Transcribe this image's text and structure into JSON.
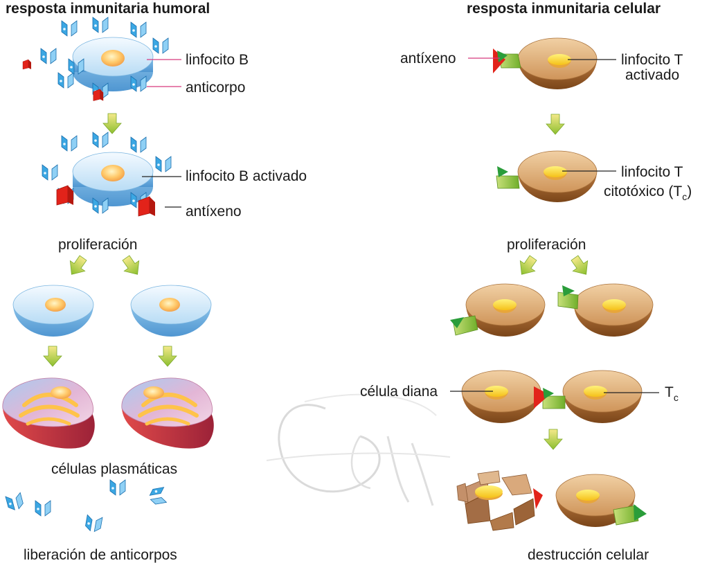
{
  "humoral": {
    "title": "resposta inmunitaria humoral",
    "label_b_cell": "linfocito B",
    "label_antibody": "anticorpo",
    "label_activated_b": "linfocito B activado",
    "label_antigen": "antíxeno",
    "label_proliferation": "proliferación",
    "label_plasma_cells": "células plasmáticas",
    "label_release": "liberación de anticorpos"
  },
  "cellular": {
    "title": "resposta inmunitaria celular",
    "label_antigen": "antíxeno",
    "label_activated_t_line1": "linfocito T",
    "label_activated_t_line2": "activado",
    "label_cytotoxic_line1": "linfocito T",
    "label_cytotoxic_line2_pre": "citotóxico (T",
    "label_cytotoxic_sub": "c",
    "label_cytotoxic_close": ")",
    "label_proliferation": "proliferación",
    "label_target_cell": "célula diana",
    "label_tc_main": "T",
    "label_tc_sub": "c",
    "label_destruction": "destrucción celular"
  },
  "colors": {
    "b_cell": "#a9d4f2",
    "antibody": "#29a8e0",
    "antigen": "#e2231a",
    "t_cell": "#b5763f",
    "nucleus": "#ffd630",
    "receptor": "#7cbd2e",
    "arrow": "#9ec83c",
    "plasma_cell": "#c94b63",
    "label_line": "#d6397e"
  }
}
